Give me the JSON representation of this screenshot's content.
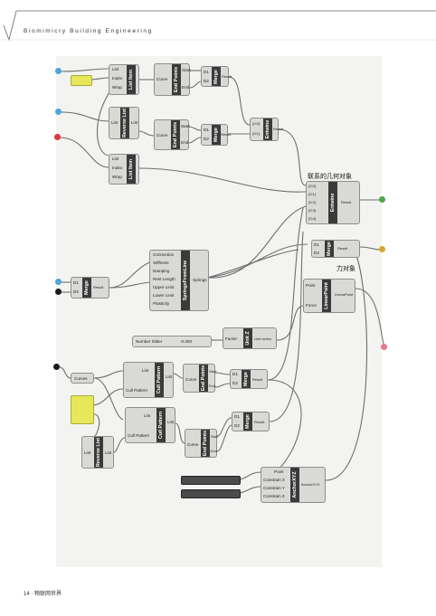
{
  "header": {
    "title": "Biomimicry Building Engineering"
  },
  "footer": {
    "page_text": "14 · 物联网世界"
  },
  "annotations": {
    "top_right": "联系的几何对象",
    "mid_right": "力对象"
  },
  "components": {
    "list_item_1": {
      "title": "List Item",
      "inputs": [
        "List",
        "Index",
        "Wrap"
      ],
      "outputs": [
        "i"
      ]
    },
    "end_points_1": {
      "title": "End Points",
      "inputs": [
        "Curve"
      ],
      "outputs": [
        "Start",
        "End"
      ]
    },
    "merge_1": {
      "title": "Merge",
      "inputs": [
        "D1",
        "D2"
      ],
      "outputs": [
        "Result"
      ]
    },
    "reverse_list_1": {
      "title": "Reverse List",
      "inputs": [
        "List"
      ],
      "outputs": [
        "List"
      ]
    },
    "end_points_2": {
      "title": "End Points",
      "inputs": [
        "Curve"
      ],
      "outputs": [
        "Start",
        "End"
      ]
    },
    "merge_2": {
      "title": "Merge",
      "inputs": [
        "D1",
        "D2"
      ],
      "outputs": [
        "Result"
      ]
    },
    "entwine_1": {
      "title": "Entwine",
      "inputs": [
        "{0;0}",
        "{0;1}"
      ],
      "outputs": [
        "Result"
      ]
    },
    "list_item_2": {
      "title": "List Item",
      "inputs": [
        "List",
        "Index",
        "Wrap"
      ],
      "outputs": [
        "i"
      ]
    },
    "entwine_2": {
      "title": "Entwine",
      "inputs": [
        "{0;0}",
        "{0;1}",
        "{0;2}",
        "{0;3}",
        "{0;4}"
      ],
      "outputs": [
        "Result"
      ]
    },
    "merge_3": {
      "title": "Merge",
      "inputs": [
        "D1",
        "D2"
      ],
      "outputs": [
        "Result"
      ]
    },
    "springs": {
      "title": "SpringsFromLine",
      "inputs": [
        "Connection",
        "Stiffness",
        "Damping",
        "Rest Length",
        "Upper Limit",
        "Lower Limit",
        "Plasticity"
      ],
      "outputs": [
        "Springs"
      ]
    },
    "merge_4": {
      "title": "Merge",
      "inputs": [
        "D1",
        "D2"
      ],
      "outputs": [
        "Result"
      ]
    },
    "linear_point": {
      "title": "LinearPoint",
      "inputs": [
        "Point",
        "Force"
      ],
      "outputs": [
        "LinearPoint"
      ]
    },
    "unit_z": {
      "title": "Unit Z",
      "inputs": [
        "Factor"
      ],
      "outputs": [
        "Unit vector"
      ]
    },
    "cull_1": {
      "title": "Cull Pattern",
      "inputs": [
        "List",
        "Cull Pattern"
      ],
      "outputs": [
        "List"
      ]
    },
    "end_points_3": {
      "title": "End Points",
      "inputs": [
        "Curve"
      ],
      "outputs": [
        "Start",
        "End"
      ]
    },
    "merge_5": {
      "title": "Merge",
      "inputs": [
        "D1",
        "D2"
      ],
      "outputs": [
        "Result"
      ]
    },
    "cull_2": {
      "title": "Cull Pattern",
      "inputs": [
        "List",
        "Cull Pattern"
      ],
      "outputs": [
        "List"
      ]
    },
    "end_points_4": {
      "title": "End Points",
      "inputs": [
        "Curve"
      ],
      "outputs": [
        "Start",
        "End"
      ]
    },
    "merge_6": {
      "title": "Merge",
      "inputs": [
        "D1",
        "D2"
      ],
      "outputs": [
        "Result"
      ]
    },
    "reverse_list_2": {
      "title": "Reverse List",
      "inputs": [
        "List"
      ],
      "outputs": [
        "List"
      ]
    },
    "anchor": {
      "title": "AnchorXYZ",
      "inputs": [
        "Point",
        "Constrain X",
        "Constrain Y",
        "Constrain Z"
      ],
      "outputs": [
        "AnchorXYZ"
      ]
    },
    "curve_param": {
      "title": "Curves",
      "inputs": [],
      "outputs": []
    }
  },
  "slider": {
    "label": "Number Slider",
    "value": "-0.200"
  },
  "colors": {
    "blue": "#4da6d6",
    "red": "#e0343a",
    "black": "#1a1a1a",
    "green": "#4aa84a",
    "gold": "#d6a834",
    "pink": "#e87a8a",
    "wire": "#6f6f6f"
  }
}
